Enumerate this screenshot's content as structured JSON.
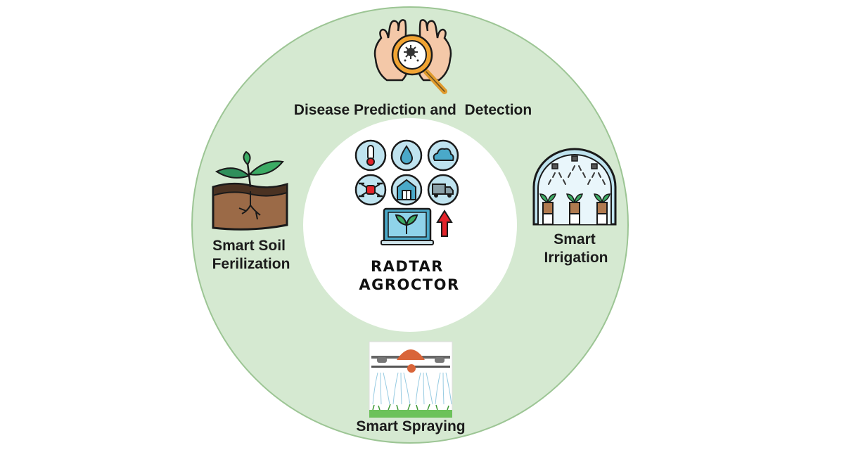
{
  "center": {
    "line1": "RADTAR",
    "line2": "AGROCTOR",
    "icons": [
      "thermometer-icon",
      "water-drop-icon",
      "cloud-icon",
      "drone-icon",
      "barn-icon",
      "truck-icon",
      "laptop-plant-icon",
      "up-arrow-icon"
    ]
  },
  "segments": {
    "disease": {
      "label": "Disease Prediction and  Detection",
      "icon": "hands-magnifier-icon"
    },
    "irrigation": {
      "line1": "Smart",
      "line2": "Irrigation",
      "icon": "greenhouse-sprinkler-icon"
    },
    "spraying": {
      "label": "Smart Spraying",
      "icon": "spraying-drone-icon"
    },
    "soil": {
      "line1": "Smart Soil",
      "line2": "Ferilization",
      "icon": "plant-soil-icon"
    }
  },
  "colors": {
    "ring_fill": "#d5e9d1",
    "ring_stroke": "#9cc594",
    "center_fill": "#ffffff",
    "icon_teal": "#4aa9c9",
    "leaf_green": "#3cab64",
    "soil_brown": "#9b6a47",
    "drone_orange": "#d9653a",
    "arrow_red": "#e4232a"
  }
}
